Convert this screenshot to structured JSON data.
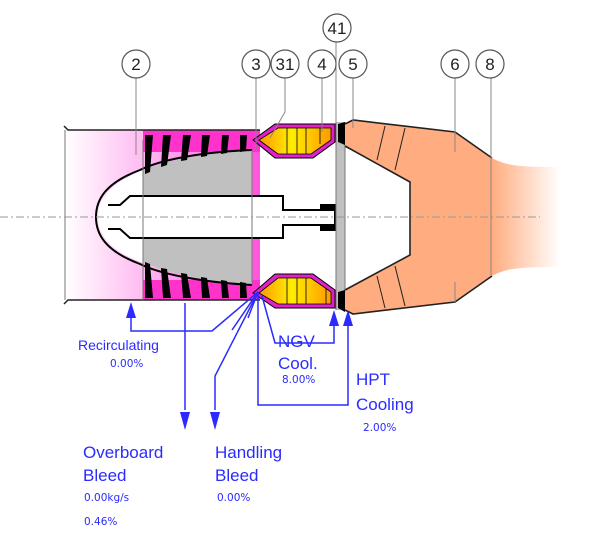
{
  "stations": [
    "2",
    "3",
    "31",
    "4",
    "41",
    "5",
    "6",
    "8"
  ],
  "colors": {
    "compressor": "#ff33cc",
    "combustor_outline": "#e020c8",
    "combustor_fill_start": "#ff9900",
    "combustor_fill_end": "#ffff00",
    "turbine": "#ffad80",
    "core": "#c0c0c0",
    "annotation": "#2b2bff"
  },
  "flows": {
    "recirculating": {
      "label": "Recirculating",
      "value": "0.00%"
    },
    "ngv_cooling": {
      "label_line1": "NGV",
      "label_line2": "Cool.",
      "value": "8.00%"
    },
    "hpt_cooling": {
      "label_line1": "HPT",
      "label_line2": "Cooling",
      "value": "2.00%"
    },
    "overboard_bleed": {
      "label_line1": "Overboard",
      "label_line2": "Bleed",
      "flow": "0.00kg/s",
      "value": "0.46%"
    },
    "handling_bleed": {
      "label_line1": "Handling",
      "label_line2": "Bleed",
      "value": "0.00%"
    }
  }
}
